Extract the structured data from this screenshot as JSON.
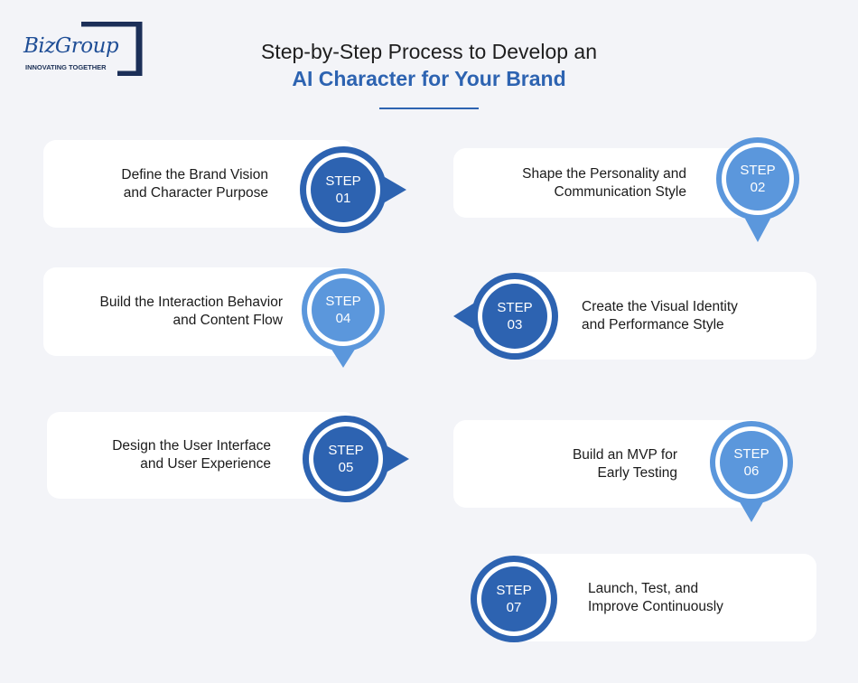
{
  "logo": {
    "brand": "BizGroup",
    "tagline": "INNOVATING TOGETHER"
  },
  "title": {
    "line1": "Step-by-Step Process to Develop an",
    "line2": "AI Character for Your Brand"
  },
  "colors": {
    "dark_blue": "#2d63b1",
    "light_blue": "#5b97dc",
    "title_accent": "#2d63b1",
    "background": "#f3f4f8"
  },
  "steps": [
    {
      "step_word": "STEP",
      "number": "01",
      "line1": "Define the Brand Vision",
      "line2": "and Character Purpose",
      "tone": "dark",
      "arrow": "right"
    },
    {
      "step_word": "STEP",
      "number": "02",
      "line1": "Shape the Personality and",
      "line2": "Communication Style",
      "tone": "light",
      "arrow": "down"
    },
    {
      "step_word": "STEP",
      "number": "03",
      "line1": "Create the Visual Identity",
      "line2": "and Performance Style",
      "tone": "dark",
      "arrow": "left"
    },
    {
      "step_word": "STEP",
      "number": "04",
      "line1": "Build the Interaction Behavior",
      "line2": "and Content Flow",
      "tone": "light",
      "arrow": "down"
    },
    {
      "step_word": "STEP",
      "number": "05",
      "line1": "Design the User Interface",
      "line2": "and User Experience",
      "tone": "dark",
      "arrow": "right"
    },
    {
      "step_word": "STEP",
      "number": "06",
      "line1": "Build an MVP for",
      "line2": "Early Testing",
      "tone": "light",
      "arrow": "down"
    },
    {
      "step_word": "STEP",
      "number": "07",
      "line1": "Launch, Test, and",
      "line2": "Improve Continuously",
      "tone": "dark",
      "arrow": "none"
    }
  ]
}
